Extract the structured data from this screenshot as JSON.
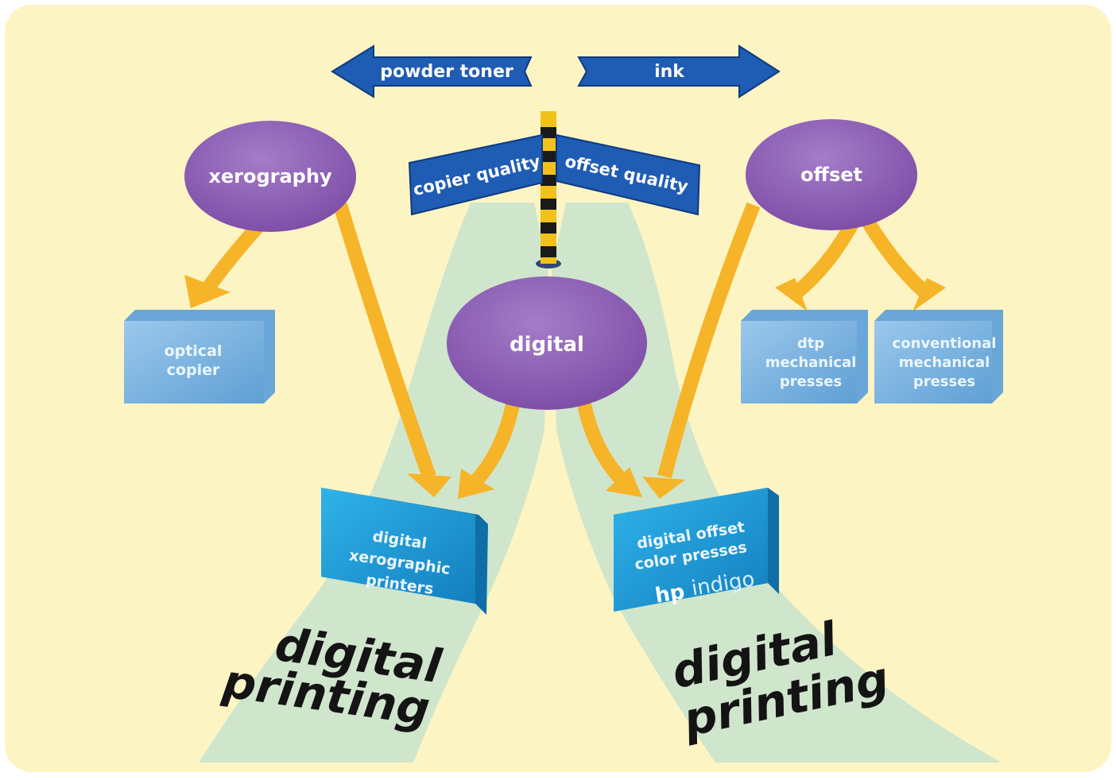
{
  "colors": {
    "background": "#fdf4c4",
    "path": "#cfe6cc",
    "ellipse": "#8b5ab0",
    "arrow_orange": "#f6b428",
    "sign_blue": "#1f5cb4",
    "box_light": "#7fb6e2",
    "box_bright": "#1f9ed8"
  },
  "direction_arrows": {
    "left": "powder toner",
    "right": "ink"
  },
  "signpost": {
    "left": "copier quality",
    "right": "offset quality"
  },
  "technologies": {
    "xerography": "xerography",
    "digital": "digital",
    "offset": "offset"
  },
  "boxes": {
    "optical_copier": [
      "optical",
      "copier"
    ],
    "dtp_presses": [
      "dtp",
      "mechanical",
      "presses"
    ],
    "conventional_presses": [
      "conventional",
      "mechanical",
      "presses"
    ],
    "digital_xerographic": [
      "digital",
      "xerographic",
      "printers"
    ],
    "digital_offset": [
      "digital offset",
      "color presses"
    ],
    "brand": {
      "hp": "hp",
      "indigo": "indigo"
    }
  },
  "road_labels": {
    "left": [
      "digital",
      "printing"
    ],
    "right": [
      "digital",
      "printing"
    ]
  }
}
